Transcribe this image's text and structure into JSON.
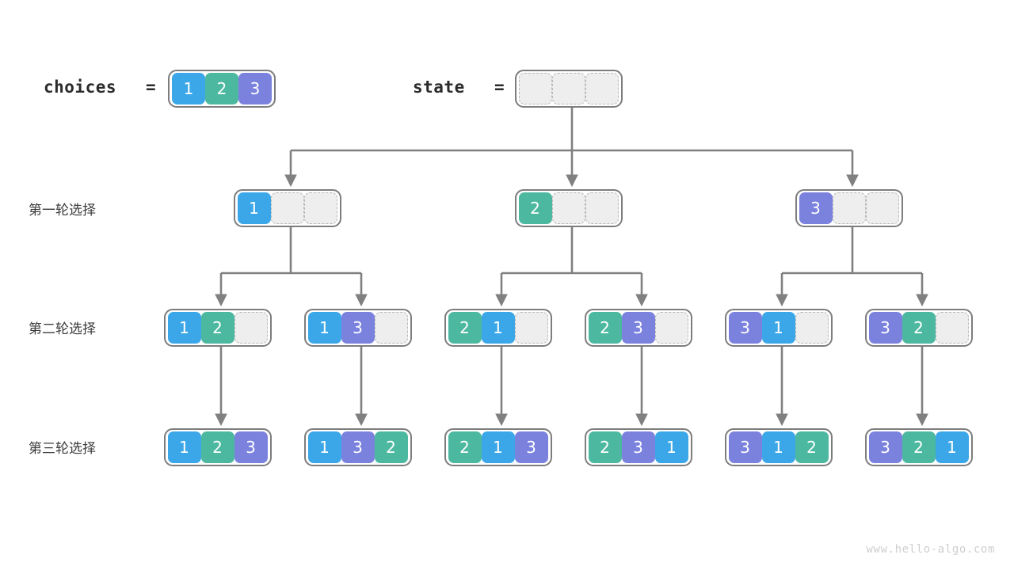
{
  "palette": {
    "blue": "#3ba7e8",
    "teal": "#4cb8a0",
    "purple": "#7b82de",
    "empty_fill": "#eeeeee",
    "empty_border": "#b9b9b9",
    "node_border": "#7d7d7d",
    "edge": "#808080",
    "text_dark": "#3c3c3c",
    "watermark": "#cfcfcf"
  },
  "header": {
    "choices_label": "choices",
    "choices_equals": "=",
    "state_label": "state",
    "state_equals": "=",
    "choices_values": [
      1,
      2,
      3
    ],
    "state_values": [
      null,
      null,
      null
    ]
  },
  "row_labels": {
    "round1": "第一轮选择",
    "round2": "第二轮选择",
    "round3": "第三轮选择"
  },
  "tree": {
    "level1": [
      {
        "values": [
          1,
          null,
          null
        ]
      },
      {
        "values": [
          2,
          null,
          null
        ]
      },
      {
        "values": [
          3,
          null,
          null
        ]
      }
    ],
    "level2": [
      {
        "values": [
          1,
          2,
          null
        ]
      },
      {
        "values": [
          1,
          3,
          null
        ]
      },
      {
        "values": [
          2,
          1,
          null
        ]
      },
      {
        "values": [
          2,
          3,
          null
        ]
      },
      {
        "values": [
          3,
          1,
          null
        ]
      },
      {
        "values": [
          3,
          2,
          null
        ]
      }
    ],
    "level3": [
      {
        "values": [
          1,
          2,
          3
        ]
      },
      {
        "values": [
          1,
          3,
          2
        ]
      },
      {
        "values": [
          2,
          1,
          3
        ]
      },
      {
        "values": [
          2,
          3,
          1
        ]
      },
      {
        "values": [
          3,
          1,
          2
        ]
      },
      {
        "values": [
          3,
          2,
          1
        ]
      }
    ]
  },
  "watermark": "www.hello-algo.com"
}
